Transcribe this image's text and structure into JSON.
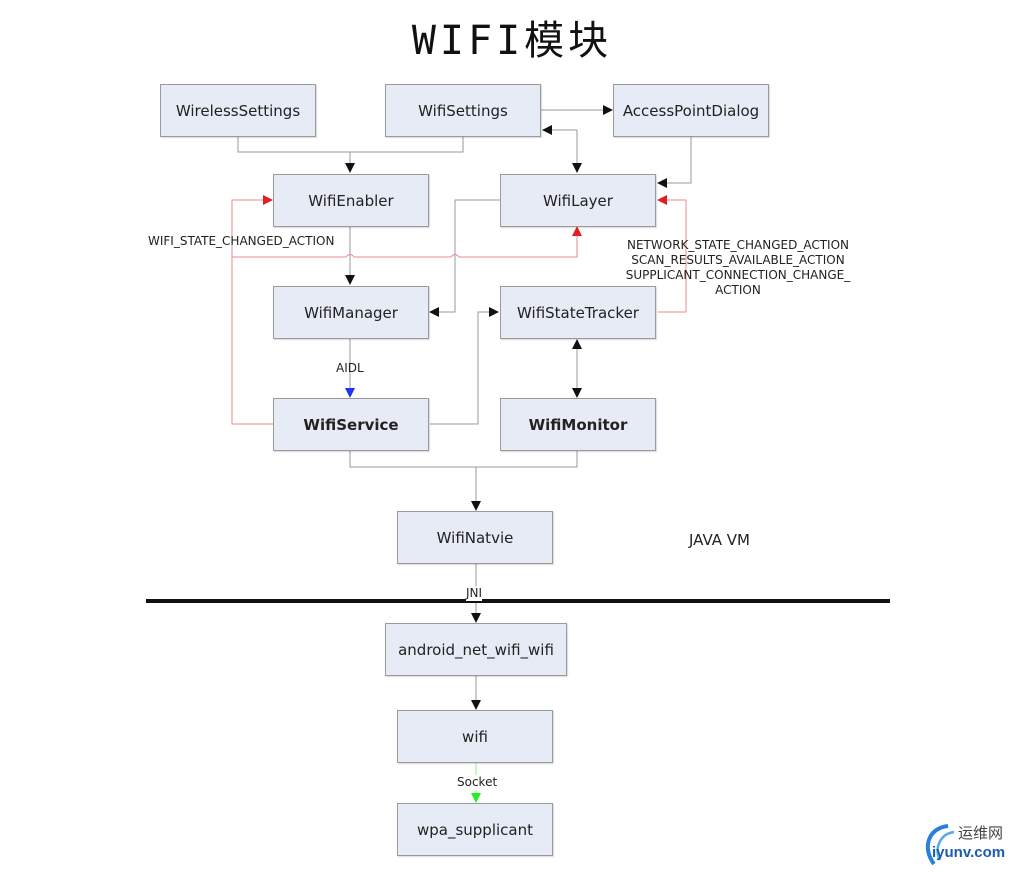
{
  "title": "WIFI模块",
  "nodes": {
    "wireless_settings": "WirelessSettings",
    "wifi_settings": "WifiSettings",
    "access_point_dialog": "AccessPointDialog",
    "wifi_enabler": "WifiEnabler",
    "wifi_layer": "WifiLayer",
    "wifi_manager": "WifiManager",
    "wifi_state_tracker": "WifiStateTracker",
    "wifi_service": "WifiService",
    "wifi_monitor": "WifiMonitor",
    "wifi_native": "WifiNatvie",
    "android_net_wifi_wifi": "android_net_wifi_wifi",
    "wifi": "wifi",
    "wpa_supplicant": "wpa_supplicant"
  },
  "edge_labels": {
    "wifi_state_changed": "WIFI_STATE_CHANGED_ACTION",
    "network_actions": [
      "NETWORK_STATE_CHANGED_ACTION",
      "SCAN_RESULTS_AVAILABLE_ACTION",
      "SUPPLICANT_CONNECTION_CHANGE_",
      "ACTION"
    ],
    "aidl": "AIDL",
    "jni": "JNI",
    "socket": "Socket"
  },
  "region_label": "JAVA VM",
  "colors": {
    "box_fill": "#e7ebf5",
    "edge_default": "#999999",
    "edge_red": "#e05050",
    "edge_blue": "#3344dd",
    "edge_green": "#33dd33",
    "divider": "#111111"
  },
  "watermark": {
    "cn": "运维网",
    "en": "iyunv.com"
  }
}
